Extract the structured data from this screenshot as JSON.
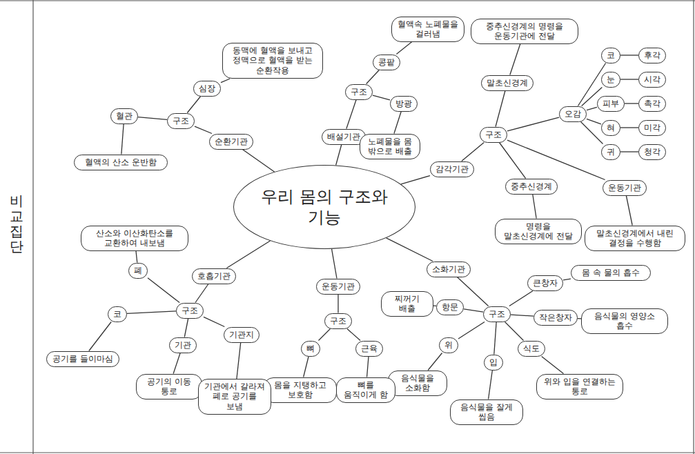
{
  "diagram": {
    "nodes": [
      {
        "text": [
          "우리 몸의 구조와 기능"
        ]
      },
      {
        "text": [
          "순환기관"
        ]
      },
      {
        "text": [
          "구조"
        ]
      },
      {
        "text": [
          "심장"
        ]
      },
      {
        "text": [
          "동맥에 혈액을 보내고 정맥으로 혈액을 받는 순환작용"
        ]
      },
      {
        "text": [
          "혈관"
        ]
      },
      {
        "text": [
          "혈액의 산소 운반함"
        ]
      },
      {
        "text": [
          "배설기관"
        ]
      },
      {
        "text": [
          "구조"
        ]
      },
      {
        "text": [
          "콩팥"
        ]
      },
      {
        "text": [
          "혈액속 노폐물을 걸러냄"
        ]
      },
      {
        "text": [
          "방광"
        ]
      },
      {
        "text": [
          "노폐물을 몸 밖으로 배출"
        ]
      },
      {
        "text": [
          "감각기관"
        ]
      },
      {
        "text": [
          "구조"
        ]
      },
      {
        "text": [
          "말초신경계"
        ]
      },
      {
        "text": [
          "중추신경계의 명령을 운동기관에 전달"
        ]
      },
      {
        "text": [
          "중추신경계"
        ]
      },
      {
        "text": [
          "명령을 말초신경계에 전달"
        ]
      },
      {
        "text": [
          "오감"
        ]
      },
      {
        "text": [
          "코"
        ]
      },
      {
        "text": [
          "후각"
        ]
      },
      {
        "text": [
          "눈"
        ]
      },
      {
        "text": [
          "시각"
        ]
      },
      {
        "text": [
          "피부"
        ]
      },
      {
        "text": [
          "촉각"
        ]
      },
      {
        "text": [
          "혀"
        ]
      },
      {
        "text": [
          "미각"
        ]
      },
      {
        "text": [
          "귀"
        ]
      },
      {
        "text": [
          "청각"
        ]
      },
      {
        "text": [
          "운동기관"
        ]
      },
      {
        "text": [
          "말초신경계에서 내린 결정을 수행함"
        ]
      },
      {
        "text": [
          "소화기관"
        ]
      },
      {
        "text": [
          "구조"
        ]
      },
      {
        "text": [
          "항문"
        ]
      },
      {
        "text": [
          "찌꺼기 배출"
        ]
      },
      {
        "text": [
          "큰창자"
        ]
      },
      {
        "text": [
          "몸 속 물의 흡수"
        ]
      },
      {
        "text": [
          "작은창자"
        ]
      },
      {
        "text": [
          "음식물의 영양소 흡수"
        ]
      },
      {
        "text": [
          "식도"
        ]
      },
      {
        "text": [
          "위와 입을 연결하는 통로"
        ]
      },
      {
        "text": [
          "입"
        ]
      },
      {
        "text": [
          "음식물을 잘게 씹음"
        ]
      },
      {
        "text": [
          "위"
        ]
      },
      {
        "text": [
          "음식물을 소화함"
        ]
      },
      {
        "text": [
          "운동기관"
        ]
      },
      {
        "text": [
          "구조"
        ]
      },
      {
        "text": [
          "뼈"
        ]
      },
      {
        "text": [
          "몸을 지탱하고 보호함"
        ]
      },
      {
        "text": [
          "근육"
        ]
      },
      {
        "text": [
          "뼈를 움직이게 함"
        ]
      },
      {
        "text": [
          "호흡기관"
        ]
      },
      {
        "text": [
          "구조"
        ]
      },
      {
        "text": [
          "폐"
        ]
      },
      {
        "text": [
          "산소와 이산화탄소를 교환하여 내보냄"
        ]
      },
      {
        "text": [
          "코"
        ]
      },
      {
        "text": [
          "공기를 들이마심"
        ]
      },
      {
        "text": [
          "기관"
        ]
      },
      {
        "text": [
          "공기의 이동 통로"
        ]
      },
      {
        "text": [
          "기관지"
        ]
      },
      {
        "text": [
          "기관에서 갈라져 폐로 공기를 보냄"
        ]
      }
    ],
    "edges": [
      {
        "from": 0,
        "to": 1,
        "arrow": "none"
      },
      {
        "from": 1,
        "to": 2,
        "arrow": "none"
      },
      {
        "from": 2,
        "to": 3,
        "arrow": "none"
      },
      {
        "from": 3,
        "to": 4,
        "arrow": "none"
      },
      {
        "from": 2,
        "to": 5,
        "arrow": "none"
      },
      {
        "from": 5,
        "to": 6,
        "arrow": "none"
      },
      {
        "from": 0,
        "to": 7,
        "arrow": "none"
      },
      {
        "from": 7,
        "to": 8,
        "arrow": "none"
      },
      {
        "from": 8,
        "to": 9,
        "arrow": "none"
      },
      {
        "from": 9,
        "to": 10,
        "arrow": "none"
      },
      {
        "from": 8,
        "to": 11,
        "arrow": "none"
      },
      {
        "from": 11,
        "to": 12,
        "arrow": "none"
      },
      {
        "from": 0,
        "to": 13,
        "arrow": "none"
      },
      {
        "from": 13,
        "to": 14,
        "arrow": "none"
      },
      {
        "from": 14,
        "to": 15,
        "arrow": "none"
      },
      {
        "from": 15,
        "to": 16,
        "arrow": "none"
      },
      {
        "from": 14,
        "to": 17,
        "arrow": "none"
      },
      {
        "from": 17,
        "to": 18,
        "arrow": "none"
      },
      {
        "from": 14,
        "to": 19,
        "arrow": "none"
      },
      {
        "from": 19,
        "to": 20,
        "arrow": "none"
      },
      {
        "from": 20,
        "to": 21,
        "arrow": "none"
      },
      {
        "from": 19,
        "to": 22,
        "arrow": "none"
      },
      {
        "from": 22,
        "to": 23,
        "arrow": "none"
      },
      {
        "from": 19,
        "to": 24,
        "arrow": "none"
      },
      {
        "from": 24,
        "to": 25,
        "arrow": "none"
      },
      {
        "from": 19,
        "to": 26,
        "arrow": "none"
      },
      {
        "from": 26,
        "to": 27,
        "arrow": "none"
      },
      {
        "from": 19,
        "to": 28,
        "arrow": "none"
      },
      {
        "from": 28,
        "to": 29,
        "arrow": "none"
      },
      {
        "from": 14,
        "to": 30,
        "arrow": "none"
      },
      {
        "from": 30,
        "to": 31,
        "arrow": "none"
      },
      {
        "from": 0,
        "to": 32,
        "arrow": "none"
      },
      {
        "from": 32,
        "to": 33,
        "arrow": "none"
      },
      {
        "from": 33,
        "to": 34,
        "arrow": "none"
      },
      {
        "from": 34,
        "to": 35,
        "arrow": "none"
      },
      {
        "from": 33,
        "to": 36,
        "arrow": "none"
      },
      {
        "from": 36,
        "to": 37,
        "arrow": "none"
      },
      {
        "from": 33,
        "to": 38,
        "arrow": "none"
      },
      {
        "from": 38,
        "to": 39,
        "arrow": "none"
      },
      {
        "from": 33,
        "to": 40,
        "arrow": "none"
      },
      {
        "from": 40,
        "to": 41,
        "arrow": "none"
      },
      {
        "from": 33,
        "to": 42,
        "arrow": "none"
      },
      {
        "from": 42,
        "to": 43,
        "arrow": "none"
      },
      {
        "from": 33,
        "to": 44,
        "arrow": "none"
      },
      {
        "from": 44,
        "to": 45,
        "arrow": "none"
      },
      {
        "from": 0,
        "to": 46,
        "arrow": "none"
      },
      {
        "from": 46,
        "to": 47,
        "arrow": "none"
      },
      {
        "from": 47,
        "to": 48,
        "arrow": "none"
      },
      {
        "from": 48,
        "to": 49,
        "arrow": "none"
      },
      {
        "from": 47,
        "to": 50,
        "arrow": "none"
      },
      {
        "from": 50,
        "to": 51,
        "arrow": "none"
      },
      {
        "from": 0,
        "to": 52,
        "arrow": "none"
      },
      {
        "from": 52,
        "to": 53,
        "arrow": "none"
      },
      {
        "from": 53,
        "to": 54,
        "arrow": "none"
      },
      {
        "from": 54,
        "to": 55,
        "arrow": "none"
      },
      {
        "from": 53,
        "to": 56,
        "arrow": "none"
      },
      {
        "from": 56,
        "to": 57,
        "arrow": "none"
      },
      {
        "from": 53,
        "to": 58,
        "arrow": "none"
      },
      {
        "from": 58,
        "to": 59,
        "arrow": "none"
      },
      {
        "from": 53,
        "to": 60,
        "arrow": "none"
      },
      {
        "from": 60,
        "to": 61,
        "arrow": "none"
      }
    ],
    "labels": [
      "비교집단"
    ]
  }
}
